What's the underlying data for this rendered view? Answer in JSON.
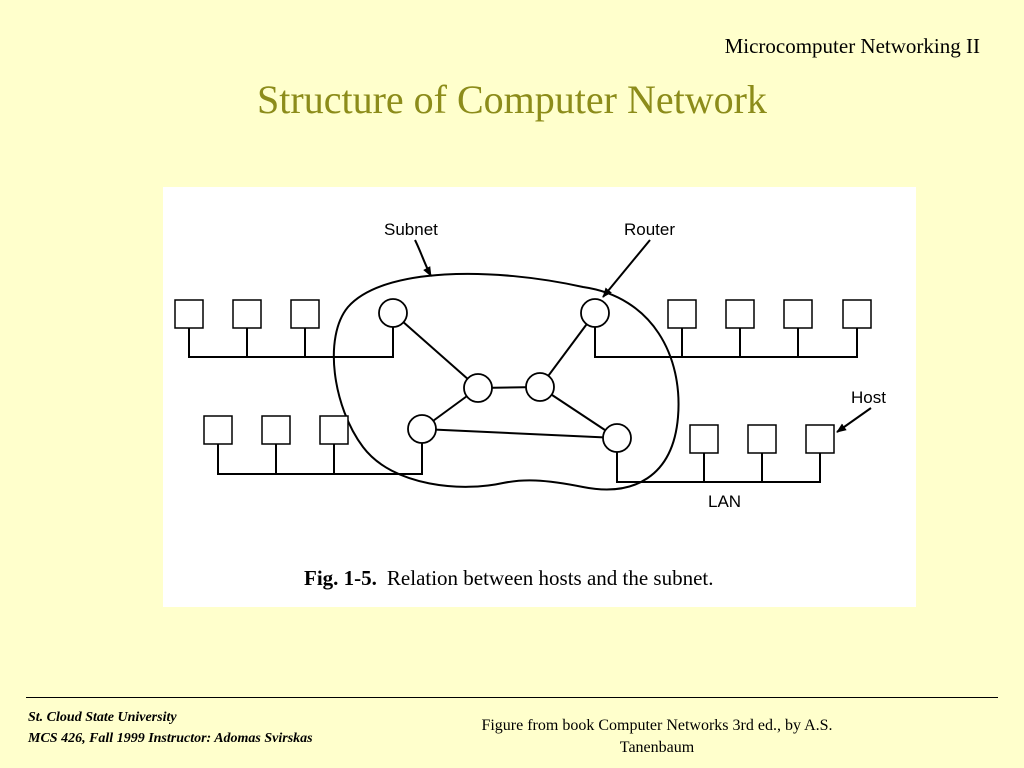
{
  "header": {
    "course": "Microcomputer Networking II",
    "title": "Structure of Computer Network"
  },
  "figure": {
    "labels": {
      "subnet": "Subnet",
      "router": "Router",
      "host": "Host",
      "lan": "LAN"
    },
    "caption_number": "Fig.  1-5.",
    "caption_text": "Relation between hosts and the subnet."
  },
  "footer": {
    "institution": "St. Cloud State University",
    "course_info": "MCS 426, Fall 1999  Instructor: Adomas Svirskas",
    "source_line1": "Figure from book Computer Networks 3rd ed., by A.S.",
    "source_line2": "Tanenbaum"
  }
}
